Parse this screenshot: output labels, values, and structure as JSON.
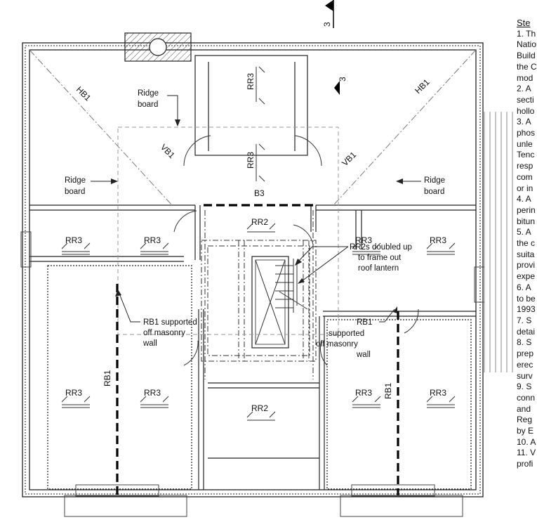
{
  "labels": {
    "section_mark": "3",
    "hb1": "HB1",
    "vb1": "VB1",
    "rb1": "RB1",
    "rr3": "RR3",
    "rr2": "RR2",
    "b3": "B3",
    "ridge_line1": "Ridge",
    "ridge_line2": "board",
    "rr2s_line1": "RR2s doubled up",
    "rr2s_line2": "to frame out",
    "rr2s_line3": "roof lantern",
    "rb1_left_line1": "RB1 supported",
    "rb1_left_line2": "off masonry",
    "rb1_left_line3": "wall",
    "rb1_right_line1": "RB1",
    "rb1_right_line2": "supported",
    "rb1_right_line3": "off masonry",
    "rb1_right_line4": "wall"
  },
  "notes": {
    "heading": "Ste",
    "lines": [
      "1. Th",
      "Natio",
      "Build",
      "the C",
      "mod",
      "2. A",
      "secti",
      "hollo",
      "3. A",
      "phos",
      "unle",
      "Tenc",
      "resp",
      "com",
      "or in",
      "4. A",
      "perin",
      "bitun",
      "5. A",
      "the c",
      "suita",
      "provi",
      "expe",
      "6. A",
      "to be",
      "1993",
      "7. S",
      "detai",
      "8. S",
      "prep",
      "erec",
      "surv",
      "9. S",
      "conn",
      "and",
      "Reg",
      "by E",
      "10. A",
      "11. V",
      "profi"
    ]
  }
}
